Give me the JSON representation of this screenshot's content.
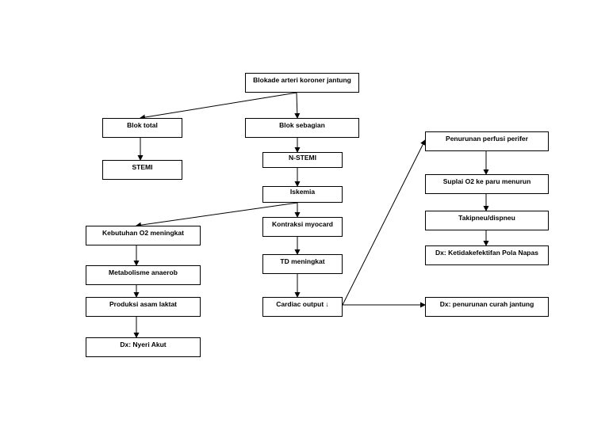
{
  "nodes": {
    "blokade": "Blokade arteri koroner jantung",
    "blok_total": "Blok total",
    "blok_sebagian": "Blok sebagian",
    "stemi": "STEMI",
    "nstemi": "N-STEMI",
    "iskemia": "Iskemia",
    "kebutuhan_o2": "Kebutuhan O2 meningkat",
    "kontraksi": "Kontraksi myocard",
    "metabolisme": "Metabolisme anaerob",
    "td_meningkat": "TD meningkat",
    "produksi_asam": "Produksi asam laktat",
    "cardiac_output": "Cardiac output ↓",
    "nyeri_akut": "Dx: Nyeri Akut",
    "perfusi": "Penurunan perfusi perifer",
    "suplai_o2": "Suplai O2 ke paru menurun",
    "takipneu": "Takipneu/dispneu",
    "pola_napas": "Dx: Ketidakefektifan Pola Napas",
    "curah_jantung": "Dx: penurunan curah jantung"
  },
  "edges": [
    [
      "blokade",
      "blok_total"
    ],
    [
      "blokade",
      "blok_sebagian"
    ],
    [
      "blok_total",
      "stemi"
    ],
    [
      "blok_sebagian",
      "nstemi"
    ],
    [
      "nstemi",
      "iskemia"
    ],
    [
      "iskemia",
      "kebutuhan_o2"
    ],
    [
      "iskemia",
      "kontraksi"
    ],
    [
      "kebutuhan_o2",
      "metabolisme"
    ],
    [
      "metabolisme",
      "produksi_asam"
    ],
    [
      "produksi_asam",
      "nyeri_akut"
    ],
    [
      "kontraksi",
      "td_meningkat"
    ],
    [
      "td_meningkat",
      "cardiac_output"
    ],
    [
      "cardiac_output",
      "perfusi"
    ],
    [
      "cardiac_output",
      "curah_jantung"
    ],
    [
      "perfusi",
      "suplai_o2"
    ],
    [
      "suplai_o2",
      "takipneu"
    ],
    [
      "takipneu",
      "pola_napas"
    ]
  ]
}
